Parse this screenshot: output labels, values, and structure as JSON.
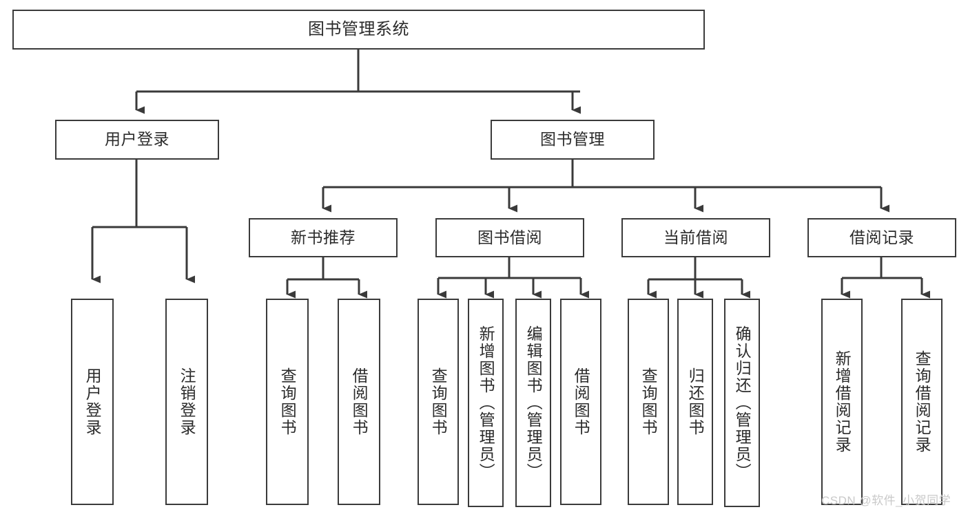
{
  "diagram": {
    "type": "tree-hierarchy",
    "title": "图书管理系统",
    "line_color": "#3a3a3a",
    "box_fill": "#ffffff",
    "text_color": "#2b2b2b",
    "nodes": {
      "root": {
        "label": "图书管理系统",
        "level": 0
      },
      "l1": [
        {
          "id": "user-login",
          "label": "用户登录"
        },
        {
          "id": "book-manage",
          "label": "图书管理"
        }
      ],
      "l2": [
        {
          "id": "new-book-rec",
          "label": "新书推荐",
          "parent": "book-manage"
        },
        {
          "id": "book-borrow",
          "label": "图书借阅",
          "parent": "book-manage"
        },
        {
          "id": "current-borrow",
          "label": "当前借阅",
          "parent": "book-manage"
        },
        {
          "id": "borrow-record",
          "label": "借阅记录",
          "parent": "book-manage"
        }
      ],
      "leaves": [
        {
          "id": "leaf-user-login",
          "label": "用户登录",
          "parent": "user-login"
        },
        {
          "id": "leaf-logout",
          "label": "注销登录",
          "parent": "user-login"
        },
        {
          "id": "leaf-query-book-1",
          "label": "查询图书",
          "parent": "new-book-rec"
        },
        {
          "id": "leaf-borrow-book-1",
          "label": "借阅图书",
          "parent": "new-book-rec"
        },
        {
          "id": "leaf-query-book-2",
          "label": "查询图书",
          "parent": "book-borrow"
        },
        {
          "id": "leaf-add-book",
          "label": "新增图书（管理员）",
          "parent": "book-borrow"
        },
        {
          "id": "leaf-edit-book",
          "label": "编辑图书（管理员）",
          "parent": "book-borrow"
        },
        {
          "id": "leaf-borrow-book-2",
          "label": "借阅图书",
          "parent": "book-borrow"
        },
        {
          "id": "leaf-query-book-3",
          "label": "查询图书",
          "parent": "current-borrow"
        },
        {
          "id": "leaf-return-book",
          "label": "归还图书",
          "parent": "current-borrow"
        },
        {
          "id": "leaf-confirm-return",
          "label": "确认归还（管理员）",
          "parent": "current-borrow"
        },
        {
          "id": "leaf-add-record",
          "label": "新增借阅记录",
          "parent": "borrow-record"
        },
        {
          "id": "leaf-query-record",
          "label": "查询借阅记录",
          "parent": "borrow-record"
        }
      ]
    },
    "watermark": "CSDN @软件_小贺同学"
  }
}
